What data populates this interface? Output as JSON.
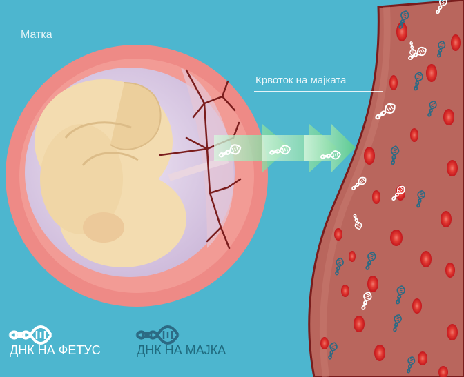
{
  "labels": {
    "uterus": "Матка",
    "maternal_bloodstream": "Крвоток на мајката"
  },
  "legend": {
    "fetal_dna": "ДНК НА ФЕТУС",
    "maternal_dna": "ДНК НА МАЈКА"
  },
  "colors": {
    "background": "#4db6cf",
    "uterus_wall": "#ee8a86",
    "amniotic_sac": "#e4d8ec",
    "fetus": "#f3dcb0",
    "vessel": "#b9665d",
    "vessel_outline": "#7a1d1d",
    "red_blood_cell": "#d6282b",
    "fetal_dna": "#ffffff",
    "maternal_dna": "#2c6a84",
    "arrow": "#8fe0a6"
  },
  "icons": [
    "fetal-dna-icon",
    "maternal-dna-icon",
    "red-blood-cell",
    "transfer-arrow"
  ]
}
